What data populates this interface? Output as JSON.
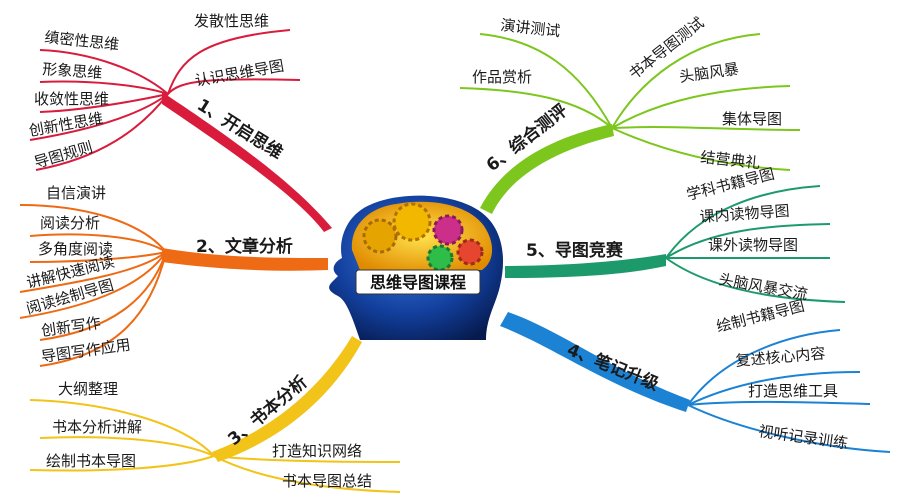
{
  "center": {
    "title": "思维导图课程"
  },
  "branches": [
    {
      "label": "1、开启思维",
      "color": "#d91c3c",
      "leaves": [
        "发散性思维",
        "认识思维导图",
        "缜密性思维",
        "形象思维",
        "收敛性思维",
        "创新性思维",
        "导图规则"
      ]
    },
    {
      "label": "2、文章分析",
      "color": "#ef6a14",
      "leaves": [
        "自信演讲",
        "阅读分析",
        "多角度阅读",
        "讲解快速阅读",
        "阅读绘制导图",
        "创新写作",
        "导图写作应用"
      ]
    },
    {
      "label": "3、书本分析",
      "color": "#f2c318",
      "leaves": [
        "大纲整理",
        "书本分析讲解",
        "绘制书本导图",
        "打造知识网络",
        "书本导图总结"
      ]
    },
    {
      "label": "4、笔记升级",
      "color": "#1c82d4",
      "leaves": [
        "绘制书籍导图",
        "复述核心内容",
        "打造思维工具",
        "视听记录训练"
      ]
    },
    {
      "label": "5、导图竞赛",
      "color": "#1d9a6c",
      "leaves": [
        "学科书籍导图",
        "课内读物导图",
        "课外读物导图",
        "头脑风暴交流"
      ]
    },
    {
      "label": "6、综合测评",
      "color": "#7cc61e",
      "leaves": [
        "演讲测试",
        "书本导图测试",
        "作品赏析",
        "头脑风暴",
        "集体导图",
        "结营典礼"
      ]
    }
  ]
}
